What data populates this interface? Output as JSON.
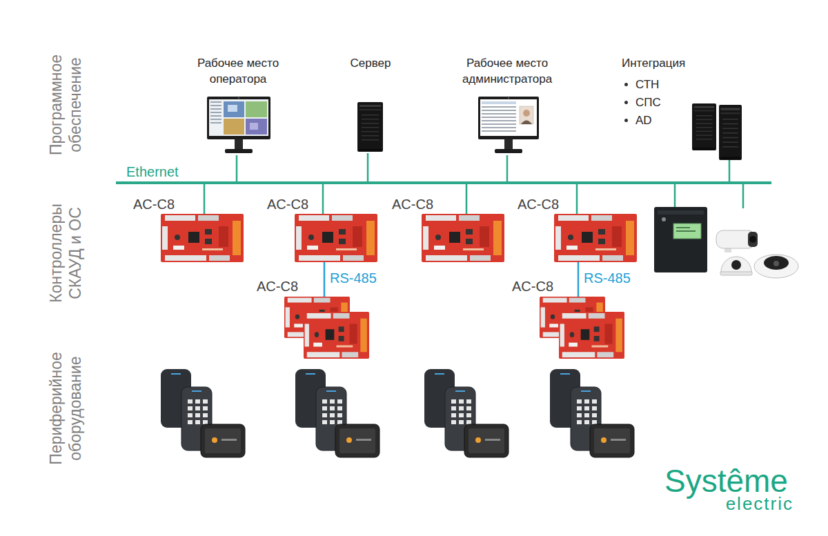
{
  "diagram": {
    "nodes": [
      {
        "text": [
          "Рабочее место оператора"
        ]
      },
      {
        "text": [
          "Сервер"
        ]
      },
      {
        "text": [
          "Рабочее место администратора"
        ]
      },
      {
        "text": [
          "Интеграция",
          "СТН",
          "СПС",
          "AD"
        ]
      },
      {
        "text": [
          "Ethernet"
        ]
      },
      {
        "text": [
          "AC-C8"
        ]
      },
      {
        "text": [
          "AC-C8"
        ]
      },
      {
        "text": [
          "AC-C8"
        ]
      },
      {
        "text": [
          "AC-C8"
        ]
      },
      {
        "text": [
          "AC-C8"
        ]
      },
      {
        "text": [
          "AC-C8"
        ]
      }
    ],
    "edges": [
      {
        "from": 0,
        "to": 4,
        "arrow": "none"
      },
      {
        "from": 1,
        "to": 4,
        "arrow": "none"
      },
      {
        "from": 2,
        "to": 4,
        "arrow": "none"
      },
      {
        "from": 3,
        "to": 4,
        "arrow": "none"
      },
      {
        "from": 4,
        "to": 5,
        "arrow": "none"
      },
      {
        "from": 4,
        "to": 6,
        "arrow": "none"
      },
      {
        "from": 4,
        "to": 7,
        "arrow": "none"
      },
      {
        "from": 4,
        "to": 8,
        "arrow": "none"
      },
      {
        "from": 6,
        "to": 9,
        "label": "RS-485",
        "arrow": "none"
      },
      {
        "from": 8,
        "to": 10,
        "label": "RS-485",
        "arrow": "none"
      }
    ],
    "labels": [
      "Программное обеспечение",
      "Контроллеры СКАУД и ОС",
      "Периферийное оборудование",
      "Systême",
      "electric"
    ]
  }
}
